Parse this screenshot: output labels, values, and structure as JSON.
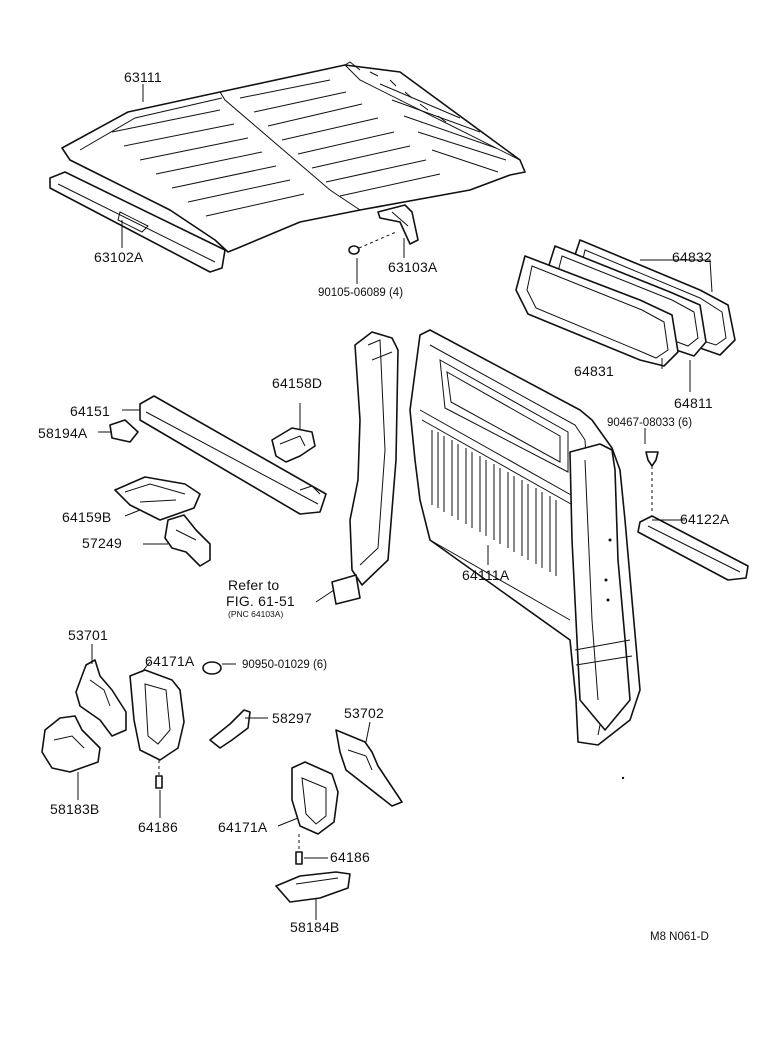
{
  "labels": {
    "p63111": "63111",
    "p63102A": "63102A",
    "p63103A": "63103A",
    "p90105": "90105-06089 (4)",
    "p64832": "64832",
    "p64831": "64831",
    "p64811": "64811",
    "p90467": "90467-08033 (6)",
    "p64158D": "64158D",
    "p64151": "64151",
    "p58194A": "58194A",
    "p64159B": "64159B",
    "p57249": "57249",
    "p64111A": "64111A",
    "p64122A": "64122A",
    "refer_line1": "Refer to",
    "refer_line2": "FIG. 61-51",
    "refer_line3": "(PNC 64103A)",
    "p53701": "53701",
    "p64171A_top": "64171A",
    "p90950": "90950-01029 (6)",
    "p58297": "58297",
    "p53702": "53702",
    "p58183B": "58183B",
    "p64186_left": "64186",
    "p64171A_bottom": "64171A",
    "p64186_right": "64186",
    "p58184B": "58184B",
    "diagram_code": "M8  N061-D"
  },
  "icons": [
    "roof-panel",
    "roof-rail",
    "rear-window-glass",
    "back-panel",
    "pillar",
    "brackets"
  ]
}
